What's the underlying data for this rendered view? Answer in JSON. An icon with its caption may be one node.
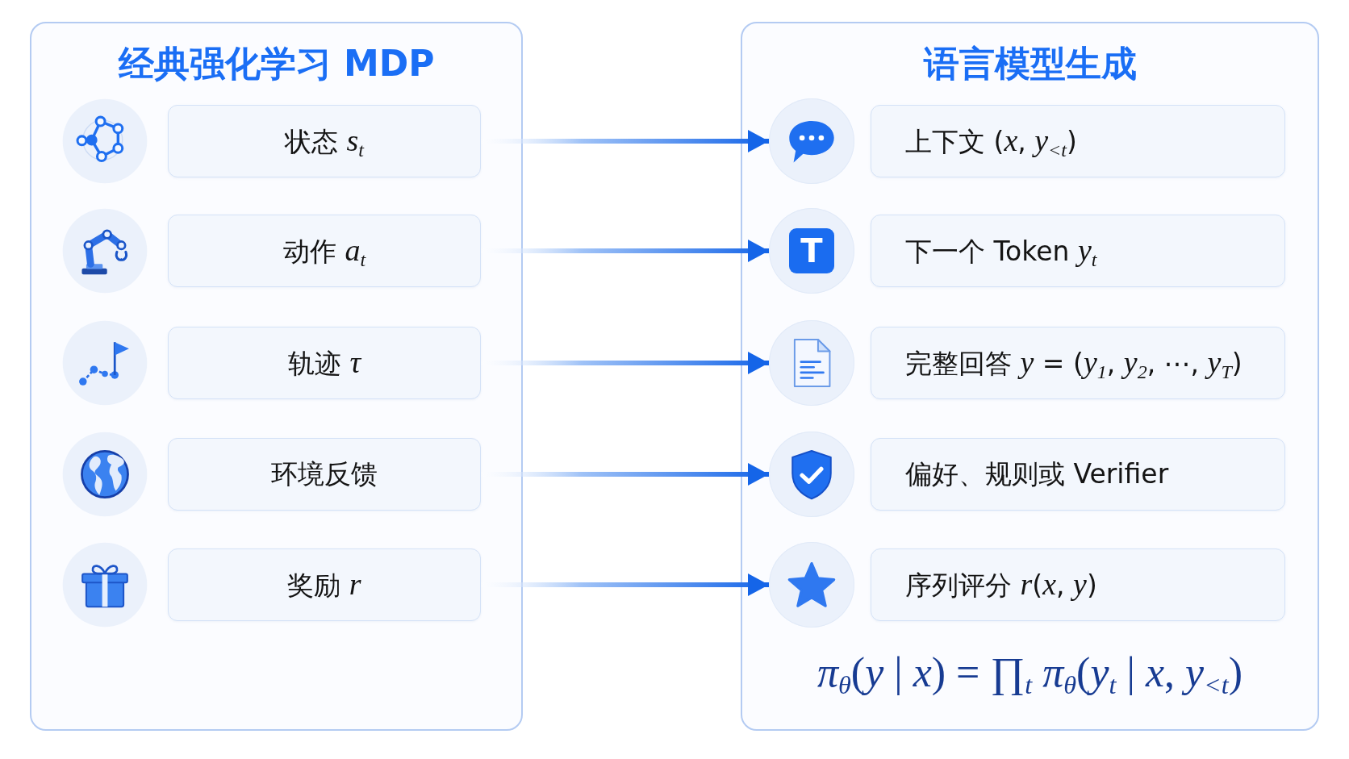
{
  "diagram": {
    "nodes": [
      {
        "text": [
          "经典强化学习 MDP"
        ]
      },
      {
        "text": [
          "状态 *s*$_{t}$"
        ],
        "in": 0
      },
      {
        "text": [
          "动作 *a*$_{t}$"
        ],
        "in": 0
      },
      {
        "text": [
          "轨迹 *τ*"
        ],
        "in": 0
      },
      {
        "text": [
          "环境反馈"
        ],
        "in": 0
      },
      {
        "text": [
          "奖励 *r*"
        ],
        "in": 0
      },
      {
        "text": [
          "语言模型生成",
          "*π*$_{θ}$(*y* | *x*) = ∏$_{t}$ *π*$_{θ}$(*y*$_{t}$ | *x*, *y*$_{<t}$)"
        ]
      },
      {
        "text": [],
        "shape": "circle",
        "in": 6
      },
      {
        "text": [
          "上下文 (*x*, *y*$_{<t}$)"
        ],
        "in": 6
      },
      {
        "text": [
          "T"
        ],
        "in": 6
      },
      {
        "text": [
          "下一个 Token *y*$_{t}$"
        ],
        "in": 6
      },
      {
        "text": [],
        "shape": "circle",
        "in": 6
      },
      {
        "text": [
          "完整回答 *y* = (*y*$_{1}$, *y*$_{2}$, ⋯, *y*$_{T}$)"
        ],
        "in": 6
      },
      {
        "text": [],
        "shape": "circle",
        "in": 6
      },
      {
        "text": [
          "偏好、规则或 Verifier"
        ],
        "in": 6
      },
      {
        "text": [],
        "shape": "circle",
        "in": 6
      },
      {
        "text": [
          "序列评分 *r*(*x*, *y*)"
        ],
        "in": 6
      }
    ],
    "edges": [
      {
        "from": 1,
        "to": 7,
        "arrow": "to"
      },
      {
        "from": 2,
        "to": 9,
        "arrow": "to"
      },
      {
        "from": 3,
        "to": 11,
        "arrow": "to"
      },
      {
        "from": 4,
        "to": 13,
        "arrow": "to"
      },
      {
        "from": 5,
        "to": 15,
        "arrow": "to"
      }
    ]
  }
}
